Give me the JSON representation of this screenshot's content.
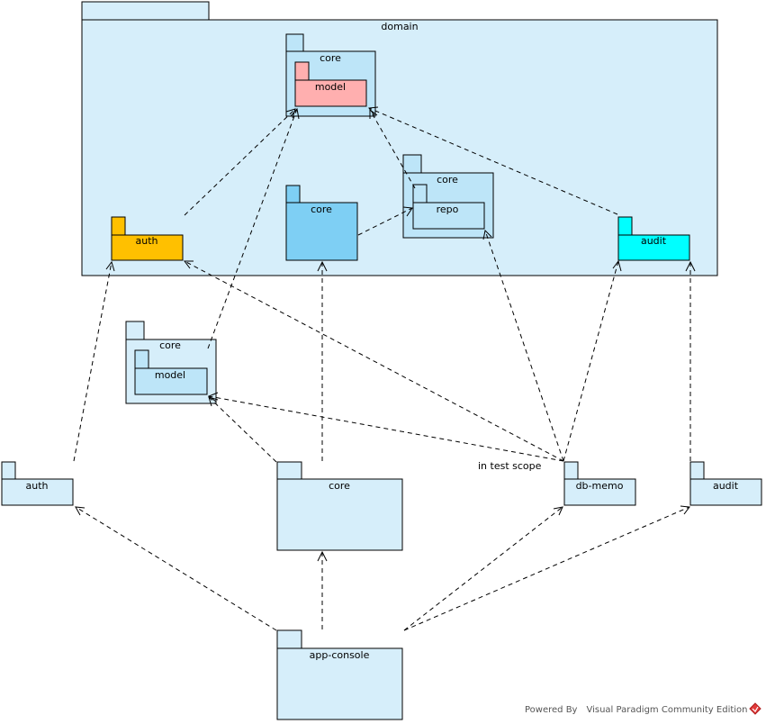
{
  "colors": {
    "default_fill": "#d6eefa",
    "inner_fill": "#bde5f8",
    "domain_core_fill": "#7ecff4",
    "model_fill": "#ffafaf",
    "auth_fill": "#ffc000",
    "audit_fill": "#00ffff"
  },
  "domain": {
    "label": "domain",
    "core_model": {
      "outer_label": "core",
      "inner_label": "model"
    },
    "auth": {
      "label": "auth"
    },
    "core": {
      "label": "core"
    },
    "core_repo": {
      "outer_label": "core",
      "inner_label": "repo"
    },
    "audit": {
      "label": "audit"
    }
  },
  "core_model": {
    "outer_label": "core",
    "inner_label": "model"
  },
  "modules": {
    "auth": "auth",
    "core": "core",
    "db_memo": "db-memo",
    "audit": "audit",
    "app_console": "app-console"
  },
  "annotations": {
    "test_scope": "in test scope"
  },
  "footer": {
    "text": "Powered By Visual Paradigm Community Edition",
    "logo_icon": "visual-paradigm-logo-icon"
  }
}
